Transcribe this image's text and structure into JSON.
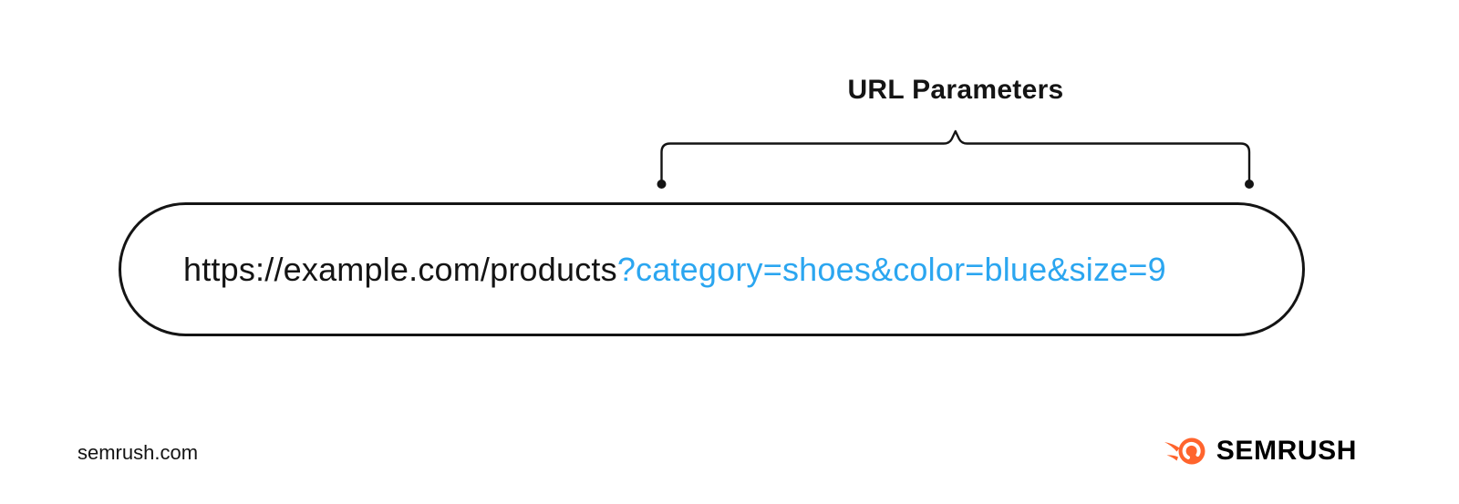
{
  "annotation": {
    "label": "URL Parameters"
  },
  "url_bar": {
    "base": "https://example.com/products",
    "params": "?category=shoes&color=blue&size=9"
  },
  "footer": {
    "site": "semrush.com",
    "brand": "SEMRUSH"
  },
  "colors": {
    "ink": "#141414",
    "params_blue": "#2BA6F0",
    "brand_orange": "#FF642D"
  }
}
